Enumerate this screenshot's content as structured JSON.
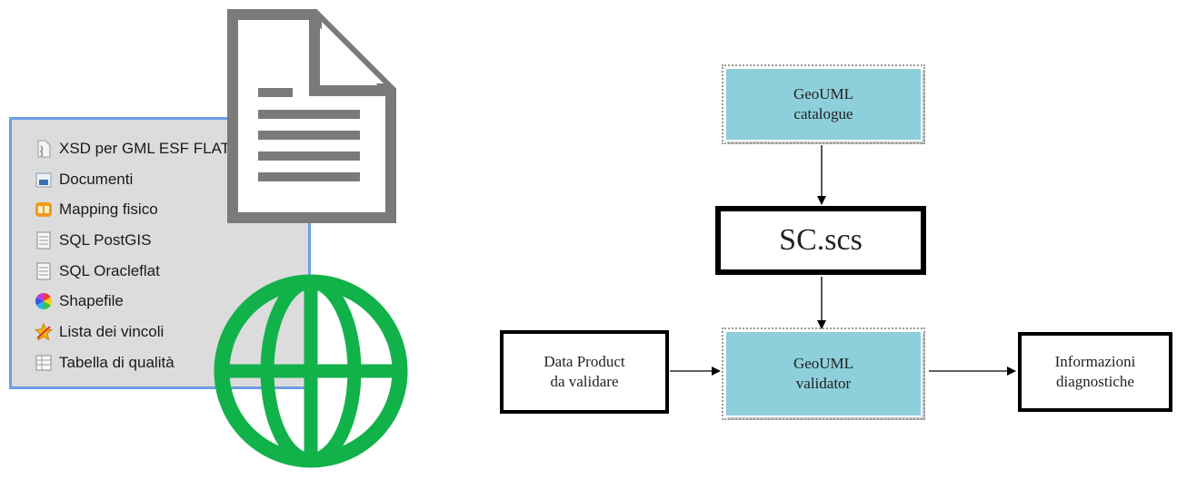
{
  "left": {
    "items": [
      {
        "label": "XSD per GML ESF FLAT",
        "icon": "xsd-file-icon"
      },
      {
        "label": "Documenti",
        "icon": "folder-icon"
      },
      {
        "label": "Mapping fisico",
        "icon": "mapping-icon"
      },
      {
        "label": "SQL PostGIS",
        "icon": "sql-file-icon"
      },
      {
        "label": "SQL Oracleflat",
        "icon": "sql-file-icon"
      },
      {
        "label": "Shapefile",
        "icon": "color-wheel-icon"
      },
      {
        "label": "Lista dei vincoli",
        "icon": "star-icon"
      },
      {
        "label": "Tabella di qualità",
        "icon": "table-icon"
      }
    ],
    "colors": {
      "panel_bg": "#dcdcdc",
      "panel_border": "#6c9fe4",
      "doc_icon": "#7a7a7a",
      "globe_icon": "#12b24b"
    }
  },
  "flow": {
    "catalogue": "GeoUML\ncatalogue",
    "scs": "SC.scs",
    "data_product": "Data Product\nda validare",
    "validator": "GeoUML\nvalidator",
    "diagnostics": "Informazioni\ndiagnostiche",
    "colors": {
      "box_fill": "#8dcfdb",
      "border": "#000000"
    }
  }
}
